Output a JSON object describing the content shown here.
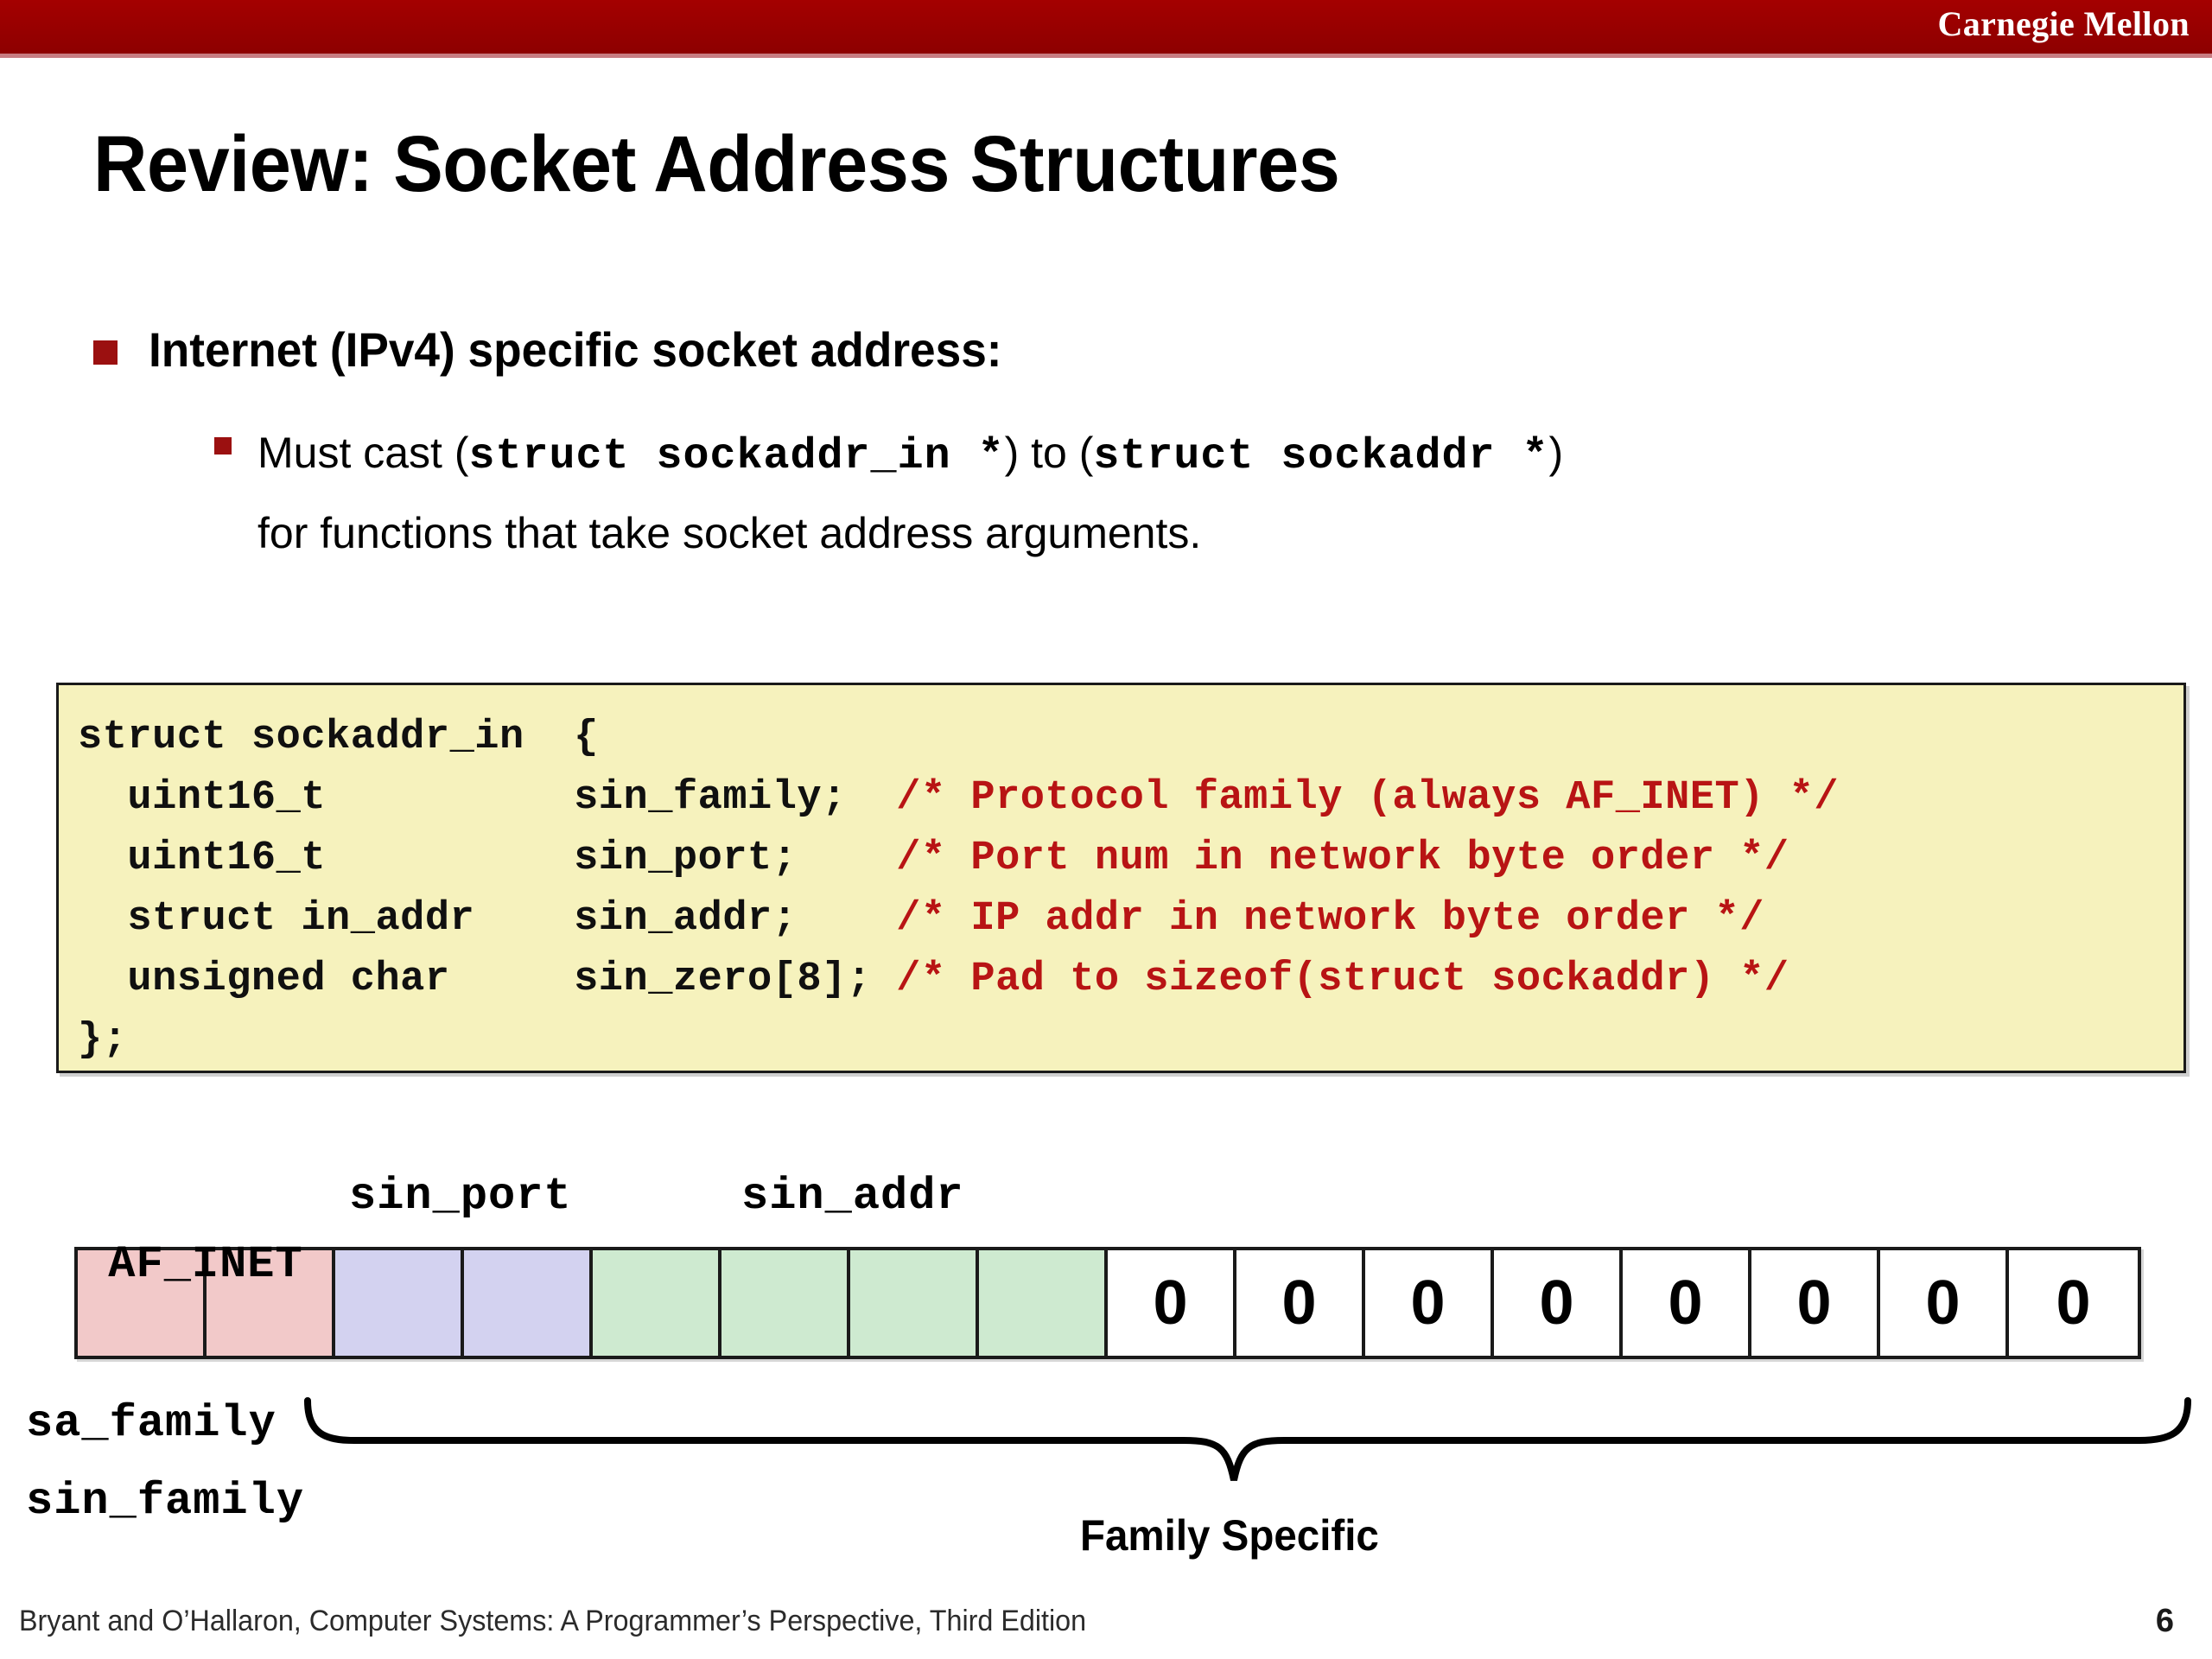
{
  "header": {
    "wordmark": "Carnegie Mellon",
    "bar_color": "#9b0000",
    "accent_color": "#c77c82"
  },
  "title": "Review: Socket Address Structures",
  "bullets": {
    "level1": "Internet (IPv4) specific socket address:",
    "level2": {
      "seg1": "Must cast (",
      "code1": "struct sockaddr_in *",
      "seg2": ") to (",
      "code2": "struct sockaddr *",
      "seg3": ")",
      "line2": "for functions that take socket address arguments."
    }
  },
  "code_block": {
    "background": "#f6f2bd",
    "comment_color": "#b81414",
    "lines": [
      {
        "code": "struct sockaddr_in  {",
        "comment": ""
      },
      {
        "code": "  uint16_t          sin_family;  ",
        "comment": "/* Protocol family (always AF_INET) */"
      },
      {
        "code": "  uint16_t          sin_port;    ",
        "comment": "/* Port num in network byte order */"
      },
      {
        "code": "  struct in_addr    sin_addr;    ",
        "comment": "/* IP addr in network byte order */"
      },
      {
        "code": "  unsigned char     sin_zero[8]; ",
        "comment": "/* Pad to sizeof(struct sockaddr) */"
      },
      {
        "code": "};",
        "comment": ""
      }
    ]
  },
  "diagram": {
    "top_labels": {
      "sin_port": "sin_port",
      "sin_addr": "sin_addr"
    },
    "af_inet_text": "AF_INET",
    "cells": [
      {
        "fill": "pink",
        "color": "#f2c9c9",
        "text": ""
      },
      {
        "fill": "pink",
        "color": "#f2c9c9",
        "text": ""
      },
      {
        "fill": "lav",
        "color": "#d3d2f0",
        "text": ""
      },
      {
        "fill": "lav",
        "color": "#d3d2f0",
        "text": ""
      },
      {
        "fill": "green",
        "color": "#ceead0",
        "text": ""
      },
      {
        "fill": "green",
        "color": "#ceead0",
        "text": ""
      },
      {
        "fill": "green",
        "color": "#ceead0",
        "text": ""
      },
      {
        "fill": "green",
        "color": "#ceead0",
        "text": ""
      },
      {
        "fill": "white",
        "color": "#ffffff",
        "text": "0"
      },
      {
        "fill": "white",
        "color": "#ffffff",
        "text": "0"
      },
      {
        "fill": "white",
        "color": "#ffffff",
        "text": "0"
      },
      {
        "fill": "white",
        "color": "#ffffff",
        "text": "0"
      },
      {
        "fill": "white",
        "color": "#ffffff",
        "text": "0"
      },
      {
        "fill": "white",
        "color": "#ffffff",
        "text": "0"
      },
      {
        "fill": "white",
        "color": "#ffffff",
        "text": "0"
      },
      {
        "fill": "white",
        "color": "#ffffff",
        "text": "0"
      }
    ],
    "side_labels": {
      "sa_family": "sa_family",
      "sin_family": "sin_family"
    },
    "brace_label": "Family Specific"
  },
  "footer": {
    "citation": "Bryant and O’Hallaron, Computer Systems: A Programmer’s Perspective, Third Edition",
    "page_number": "6"
  }
}
